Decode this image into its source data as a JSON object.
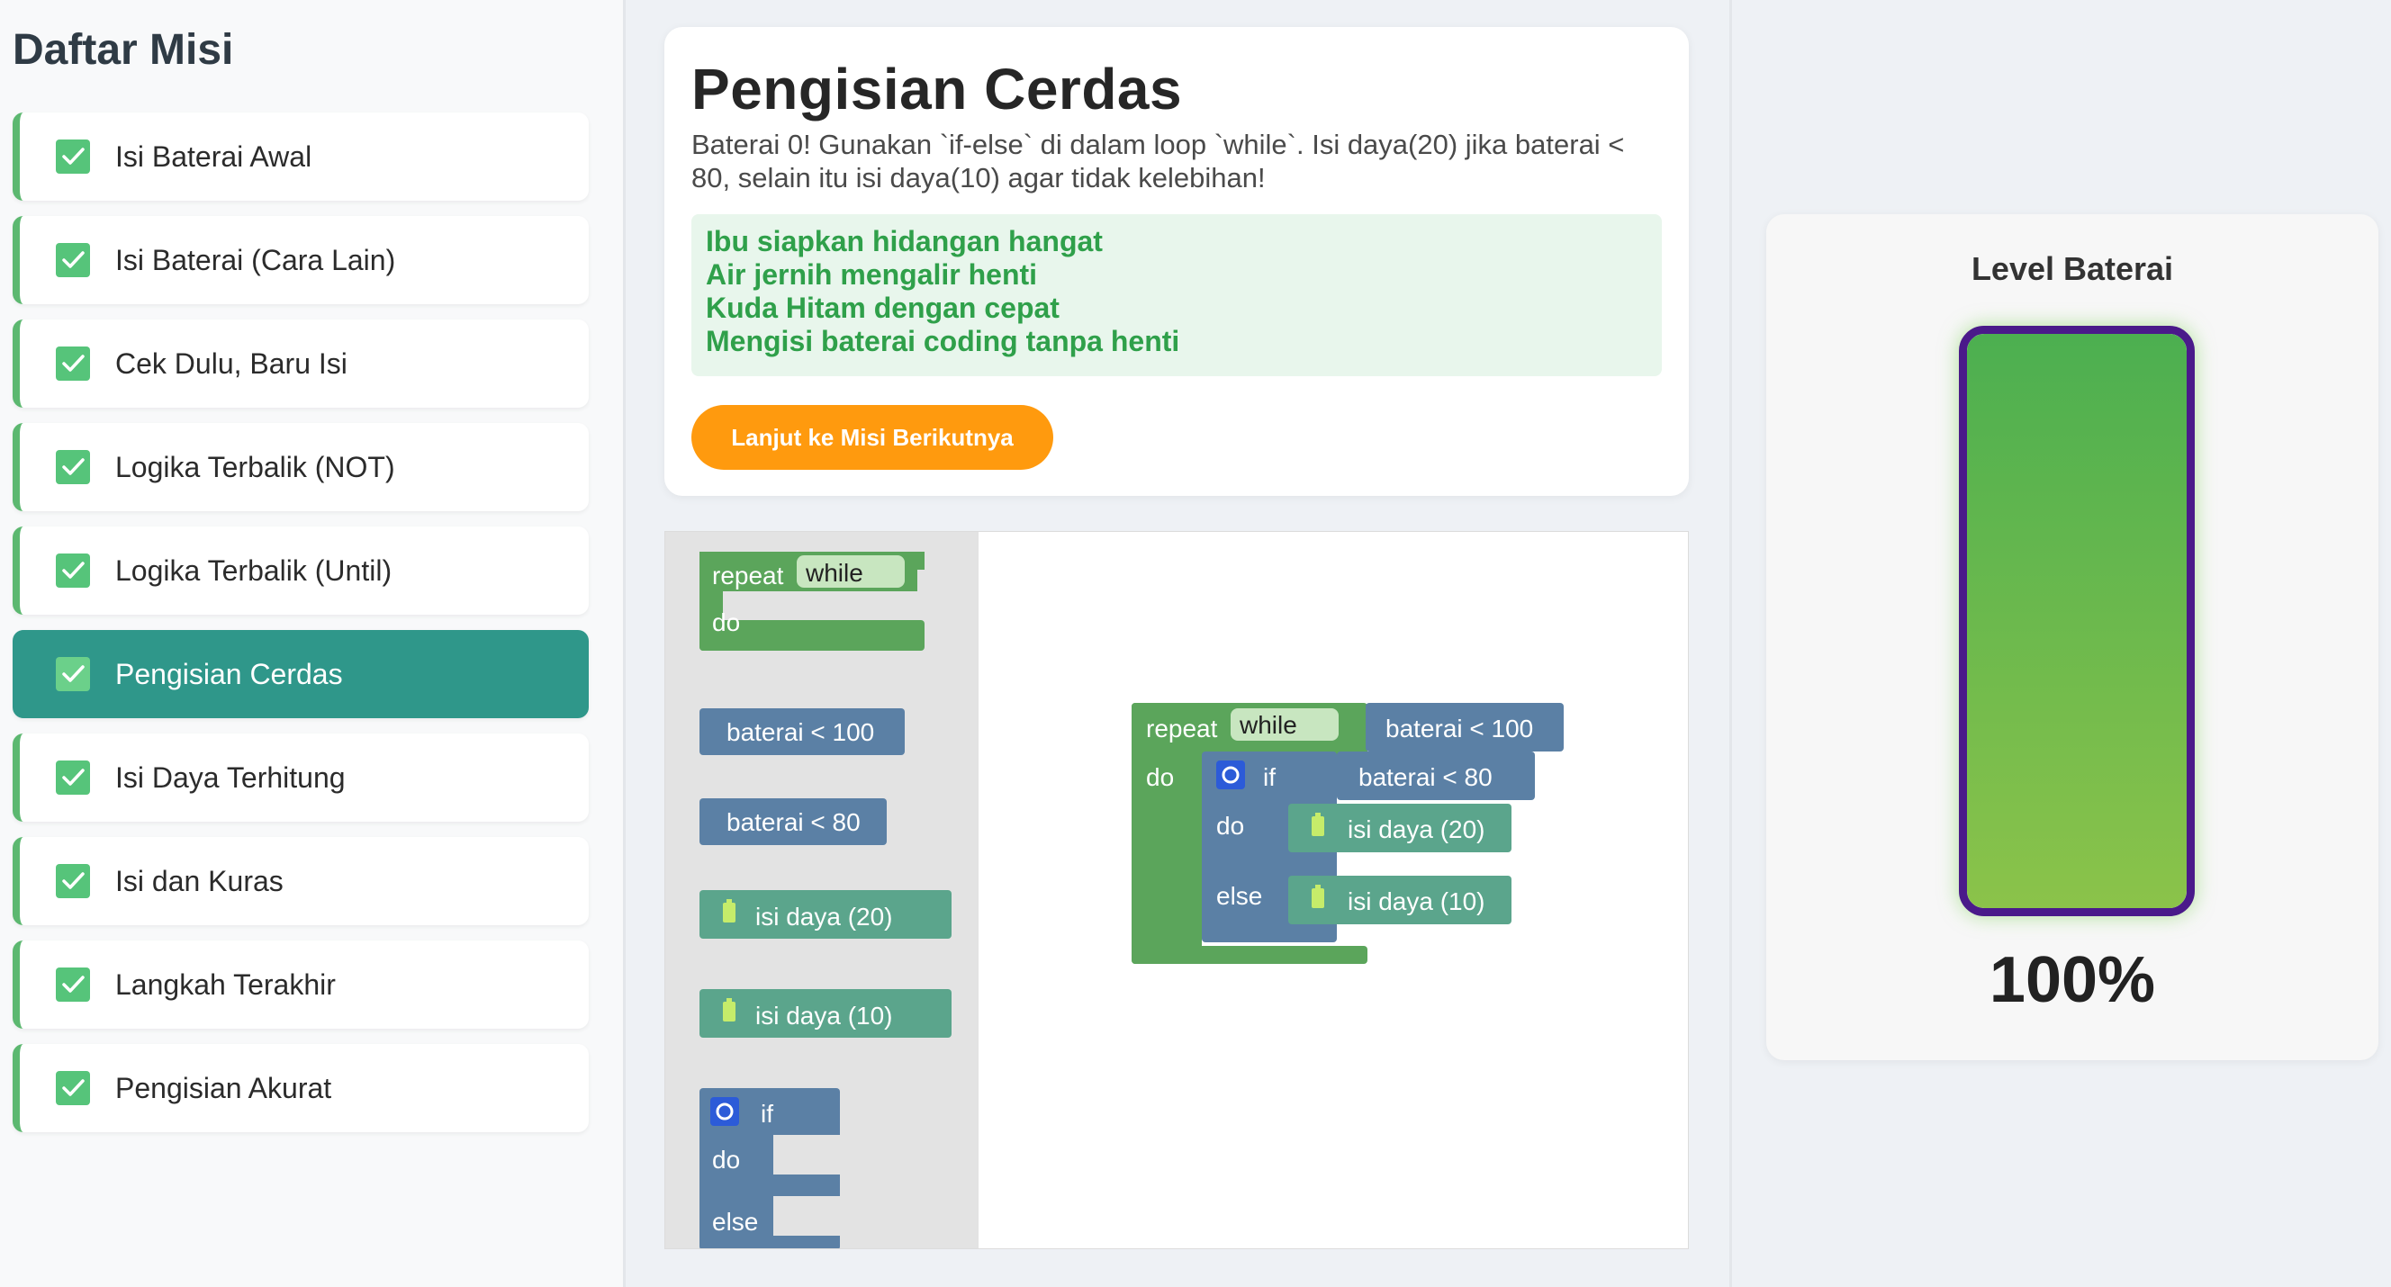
{
  "sidebar": {
    "title": "Daftar Misi",
    "missions": [
      {
        "label": "Isi Baterai Awal",
        "done": true,
        "active": false
      },
      {
        "label": "Isi Baterai (Cara Lain)",
        "done": true,
        "active": false
      },
      {
        "label": "Cek Dulu, Baru Isi",
        "done": true,
        "active": false
      },
      {
        "label": "Logika Terbalik (NOT)",
        "done": true,
        "active": false
      },
      {
        "label": "Logika Terbalik (Until)",
        "done": true,
        "active": false
      },
      {
        "label": "Pengisian Cerdas",
        "done": true,
        "active": true
      },
      {
        "label": "Isi Daya Terhitung",
        "done": true,
        "active": false
      },
      {
        "label": "Isi dan Kuras",
        "done": true,
        "active": false
      },
      {
        "label": "Langkah Terakhir",
        "done": true,
        "active": false
      },
      {
        "label": "Pengisian Akurat",
        "done": true,
        "active": false
      }
    ]
  },
  "mission": {
    "title": "Pengisian Cerdas",
    "description": "Baterai 0! Gunakan `if-else` di dalam loop `while`. Isi daya(20) jika baterai < 80, selain itu isi daya(10) agar tidak kelebihan!",
    "poem": [
      "Ibu siapkan hidangan hangat",
      "Air jernih mengalir henti",
      "Kuda Hitam dengan cepat",
      "Mengisi baterai coding tanpa henti"
    ],
    "next_button": "Lanjut ke Misi Berikutnya"
  },
  "blocks": {
    "repeat": "repeat",
    "while": "while",
    "do": "do",
    "if": "if",
    "else": "else",
    "cond_100": "baterai < 100",
    "cond_80": "baterai < 80",
    "charge_20": "isi daya (20)",
    "charge_10": "isi daya (10)"
  },
  "battery": {
    "title": "Level Baterai",
    "level": 100,
    "percent_label": "100%"
  },
  "colors": {
    "loop": "#5ba55b",
    "logic": "#5b80a5",
    "action": "#5ba58c",
    "accent": "#ff9a0e",
    "active_mission": "#2f978a"
  }
}
